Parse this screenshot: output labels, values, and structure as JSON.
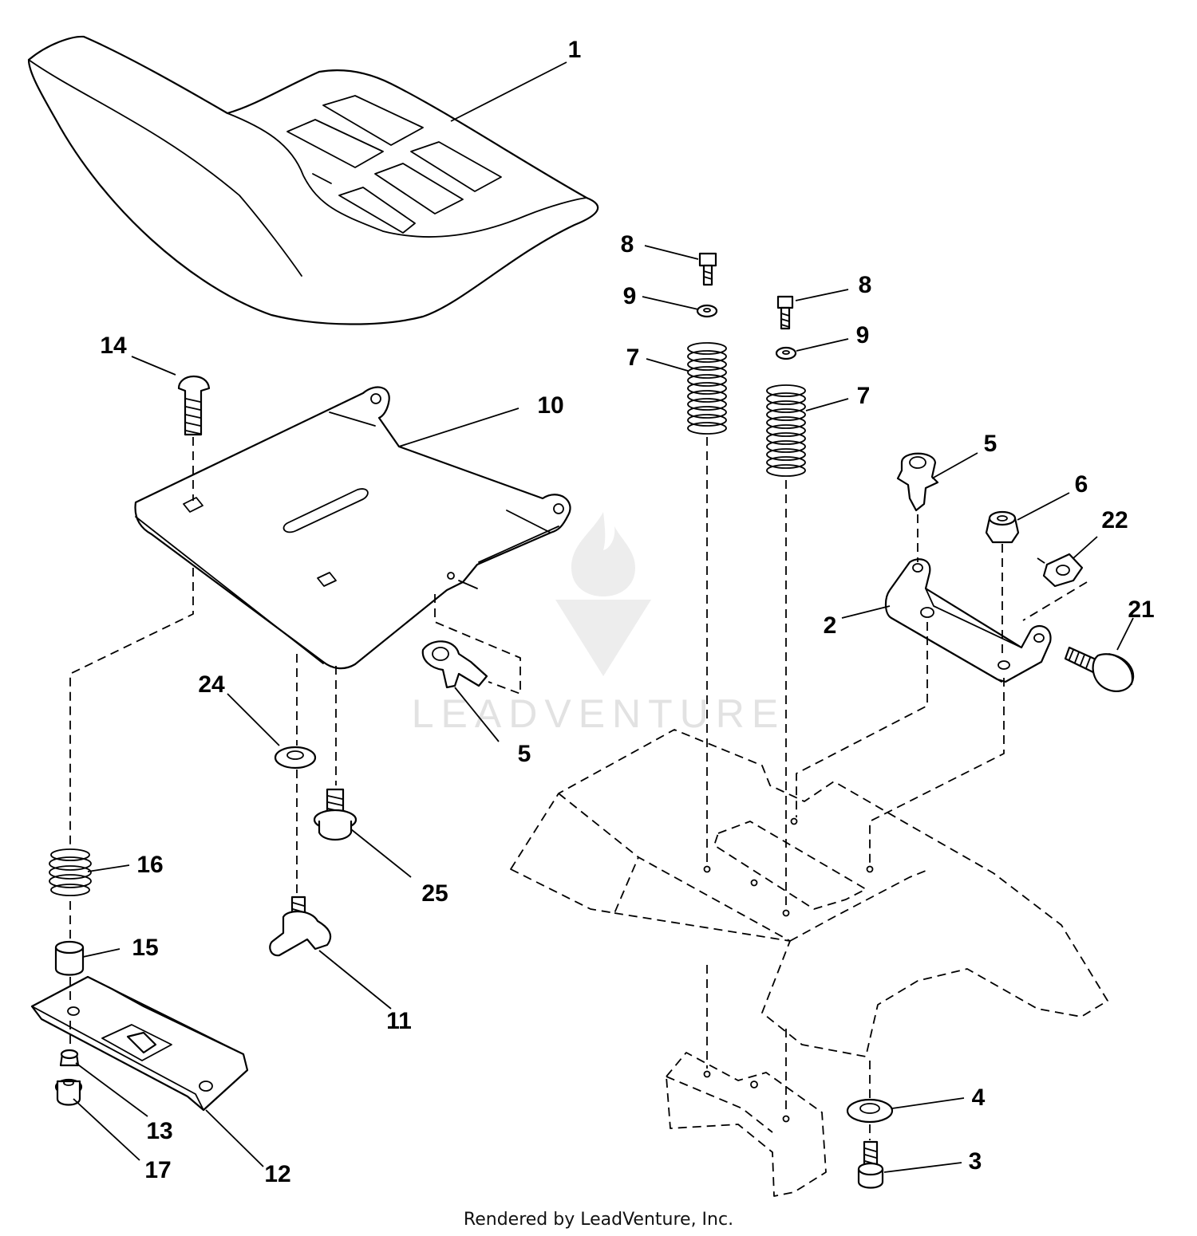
{
  "diagram": {
    "watermark": "LEADVENTURE",
    "callouts": [
      {
        "id": "c1",
        "label": "1"
      },
      {
        "id": "c14",
        "label": "14"
      },
      {
        "id": "c10",
        "label": "10"
      },
      {
        "id": "c24",
        "label": "24"
      },
      {
        "id": "c25",
        "label": "25"
      },
      {
        "id": "c5a",
        "label": "5"
      },
      {
        "id": "c16",
        "label": "16"
      },
      {
        "id": "c15",
        "label": "15"
      },
      {
        "id": "c11",
        "label": "11"
      },
      {
        "id": "c13",
        "label": "13"
      },
      {
        "id": "c17",
        "label": "17"
      },
      {
        "id": "c12",
        "label": "12"
      },
      {
        "id": "c8a",
        "label": "8"
      },
      {
        "id": "c9a",
        "label": "9"
      },
      {
        "id": "c7a",
        "label": "7"
      },
      {
        "id": "c8b",
        "label": "8"
      },
      {
        "id": "c9b",
        "label": "9"
      },
      {
        "id": "c7b",
        "label": "7"
      },
      {
        "id": "c5b",
        "label": "5"
      },
      {
        "id": "c6",
        "label": "6"
      },
      {
        "id": "c22",
        "label": "22"
      },
      {
        "id": "c2",
        "label": "2"
      },
      {
        "id": "c21",
        "label": "21"
      },
      {
        "id": "c4",
        "label": "4"
      },
      {
        "id": "c3",
        "label": "3"
      }
    ]
  },
  "footer": {
    "text": "Rendered by LeadVenture, Inc."
  }
}
